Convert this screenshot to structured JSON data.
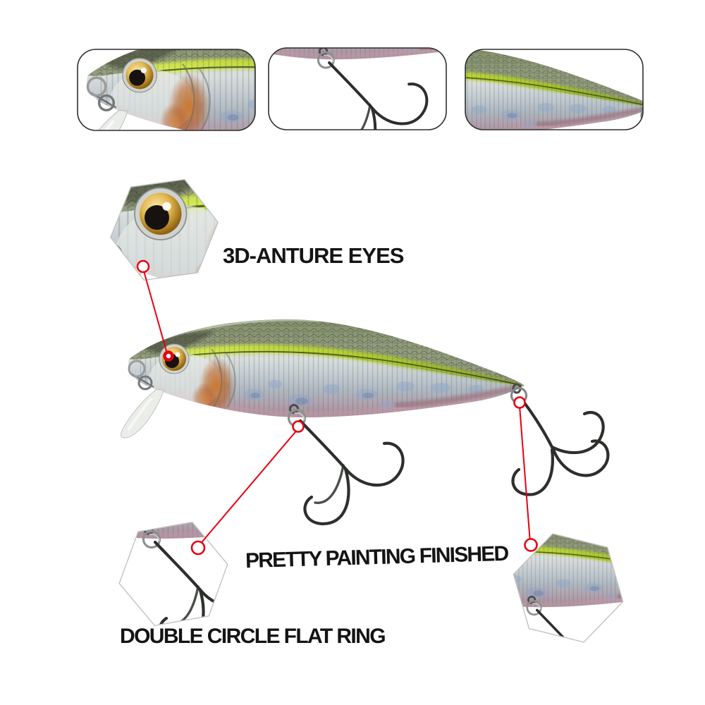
{
  "labels": {
    "eyes": "3D-ANTURE EYES",
    "paint": "PRETTY PAINTING FINISHED",
    "ring": "DOUBLE CIRCLE FLAT RING"
  },
  "callouts": [
    {
      "id": "eyes",
      "label": "3D-ANTURE EYES",
      "points_to": "lure-eye"
    },
    {
      "id": "ring",
      "label": "DOUBLE CIRCLE FLAT RING",
      "points_to": "belly-hook-ring"
    },
    {
      "id": "paint",
      "label": "PRETTY PAINTING FINISHED",
      "points_to": "tail-hook-ring"
    }
  ],
  "colors": {
    "callout_red": "#e60012",
    "hexagon_outline": "#c2c2c2",
    "thumbnail_border": "#2e2e2e",
    "back_olive": "#7d8769",
    "stripe_yellow": "#c9e03e",
    "body_silver": "#c9cfd4",
    "belly_pink": "#b7a0ad",
    "eye_gold": "#d9a83f",
    "hook_dark": "#2c2f2b"
  }
}
